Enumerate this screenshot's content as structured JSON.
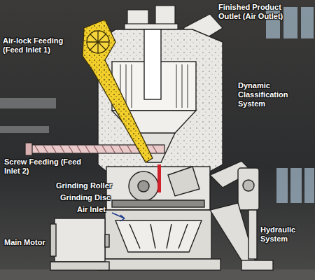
{
  "diagram": {
    "labels": [
      "Air-lock Feeding (Feed Inlet 1)",
      "Finished Product Outlet (Air Outlet)",
      "Dynamic Classification System",
      "Screw Feeding (Feed Inlet 2)",
      "Grinding Roller",
      "Grinding Disc",
      "Air Inlet",
      "Main Motor",
      "Hydraulic System"
    ]
  }
}
